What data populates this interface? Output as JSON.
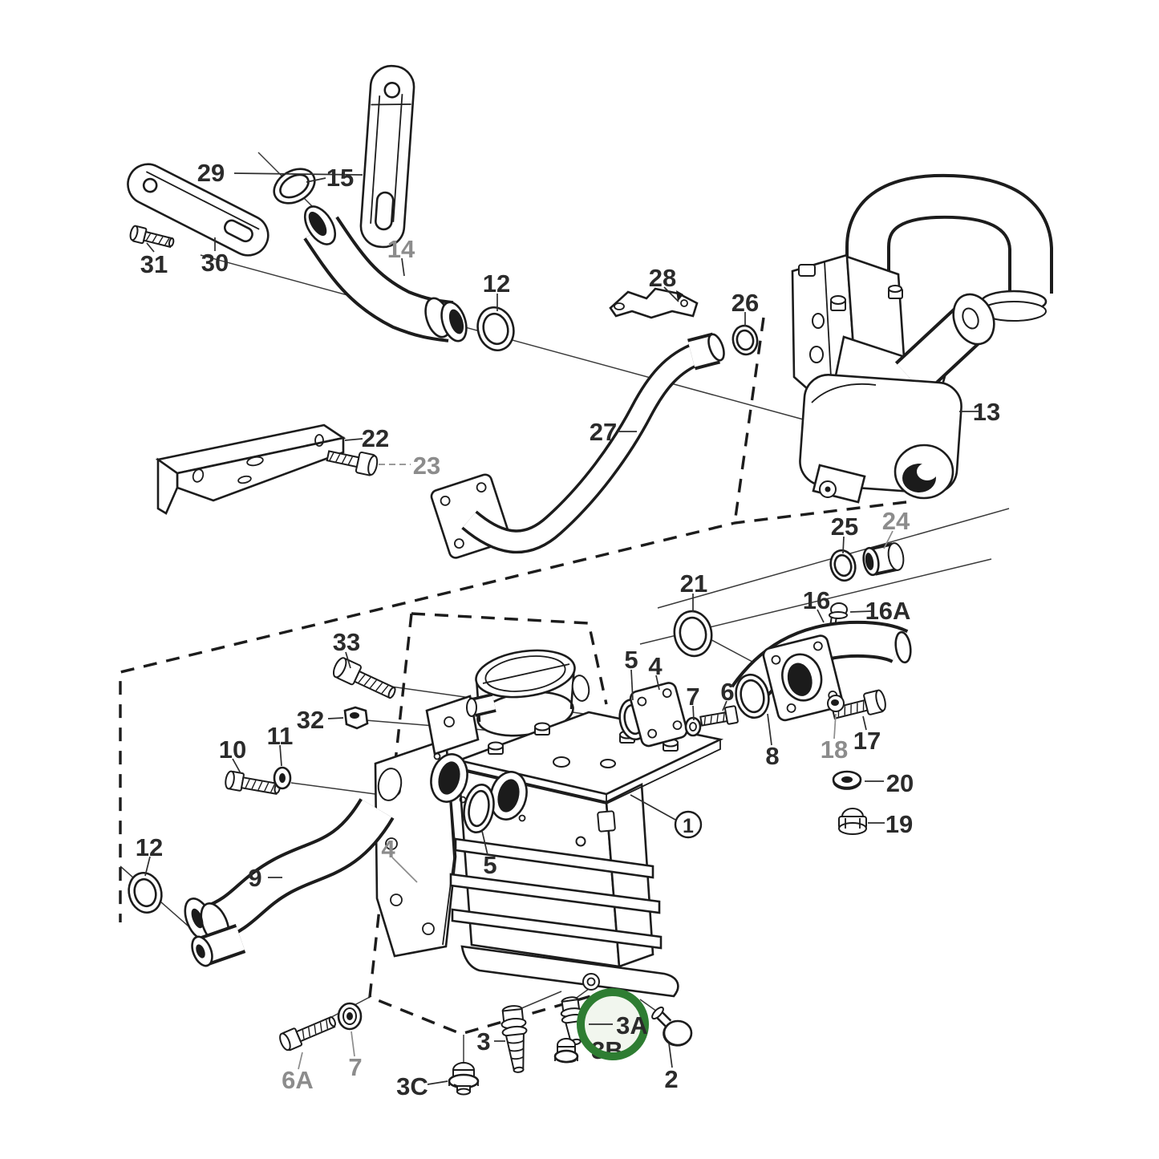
{
  "diagram": {
    "type": "exploded-parts-diagram",
    "subject": "marine engine heat exchanger and cooling pipes exploded view",
    "background_color": "#ffffff",
    "line_color": "#1c1c1c",
    "label_color": "#2b2b2b",
    "muted_label_color": "#8c8c8c",
    "highlight": {
      "label": "3A",
      "ring_color": "#2e7d32",
      "fill_color": "#f1f6ee"
    },
    "circled_reference": {
      "text": "1"
    },
    "callouts": [
      {
        "text": "29"
      },
      {
        "text": "30"
      },
      {
        "text": "31"
      },
      {
        "text": "15"
      },
      {
        "text": "14"
      },
      {
        "text": "12"
      },
      {
        "text": "28"
      },
      {
        "text": "26"
      },
      {
        "text": "27"
      },
      {
        "text": "13"
      },
      {
        "text": "22"
      },
      {
        "text": "23"
      },
      {
        "text": "25"
      },
      {
        "text": "24"
      },
      {
        "text": "21"
      },
      {
        "text": "16"
      },
      {
        "text": "16A"
      },
      {
        "text": "33"
      },
      {
        "text": "32"
      },
      {
        "text": "10"
      },
      {
        "text": "11"
      },
      {
        "text": "12"
      },
      {
        "text": "9"
      },
      {
        "text": "4"
      },
      {
        "text": "5"
      },
      {
        "text": "5"
      },
      {
        "text": "4"
      },
      {
        "text": "7"
      },
      {
        "text": "6"
      },
      {
        "text": "8"
      },
      {
        "text": "18"
      },
      {
        "text": "17"
      },
      {
        "text": "20"
      },
      {
        "text": "19"
      },
      {
        "text": "3"
      },
      {
        "text": "3C"
      },
      {
        "text": "3B"
      },
      {
        "text": "2"
      },
      {
        "text": "6A"
      },
      {
        "text": "7"
      },
      {
        "text": "1"
      },
      {
        "text": "3A"
      }
    ]
  }
}
